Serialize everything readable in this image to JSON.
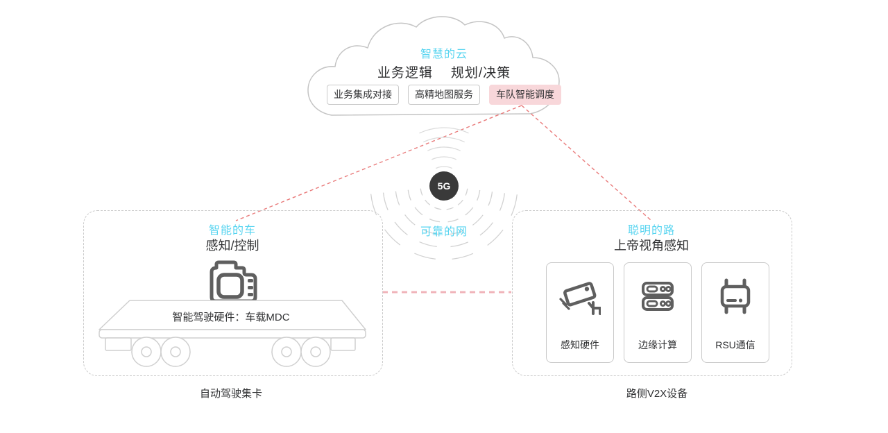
{
  "colors": {
    "accent_cyan": "#56d4f0",
    "text_dark": "#303133",
    "connector_red": "#e97b7b",
    "connector_pink": "#f0b3b9",
    "chip_highlight_bg": "#f8d7da",
    "border_gray": "#c9c9c9",
    "icon_gray": "#5f5f5f",
    "badge_bg": "#3a3a3a"
  },
  "cloud": {
    "title": "智慧的云",
    "subtitle_left": "业务逻辑",
    "subtitle_right": "规划/决策",
    "chips": [
      {
        "label": "业务集成对接",
        "highlighted": false
      },
      {
        "label": "高精地图服务",
        "highlighted": false
      },
      {
        "label": "车队智能调度",
        "highlighted": true
      }
    ]
  },
  "network": {
    "badge": "5G",
    "label": "可靠的网"
  },
  "vehicle": {
    "title": "智能的车",
    "subtitle": "感知/控制",
    "hardware_label": "智能驾驶硬件：车载MDC",
    "caption": "自动驾驶集卡"
  },
  "road": {
    "title": "聪明的路",
    "subtitle": "上帝视角感知",
    "cards": [
      {
        "label": "感知硬件",
        "icon": "cctv-camera-icon"
      },
      {
        "label": "边缘计算",
        "icon": "edge-server-icon"
      },
      {
        "label": "RSU通信",
        "icon": "rsu-icon"
      }
    ],
    "caption": "路侧V2X设备"
  }
}
